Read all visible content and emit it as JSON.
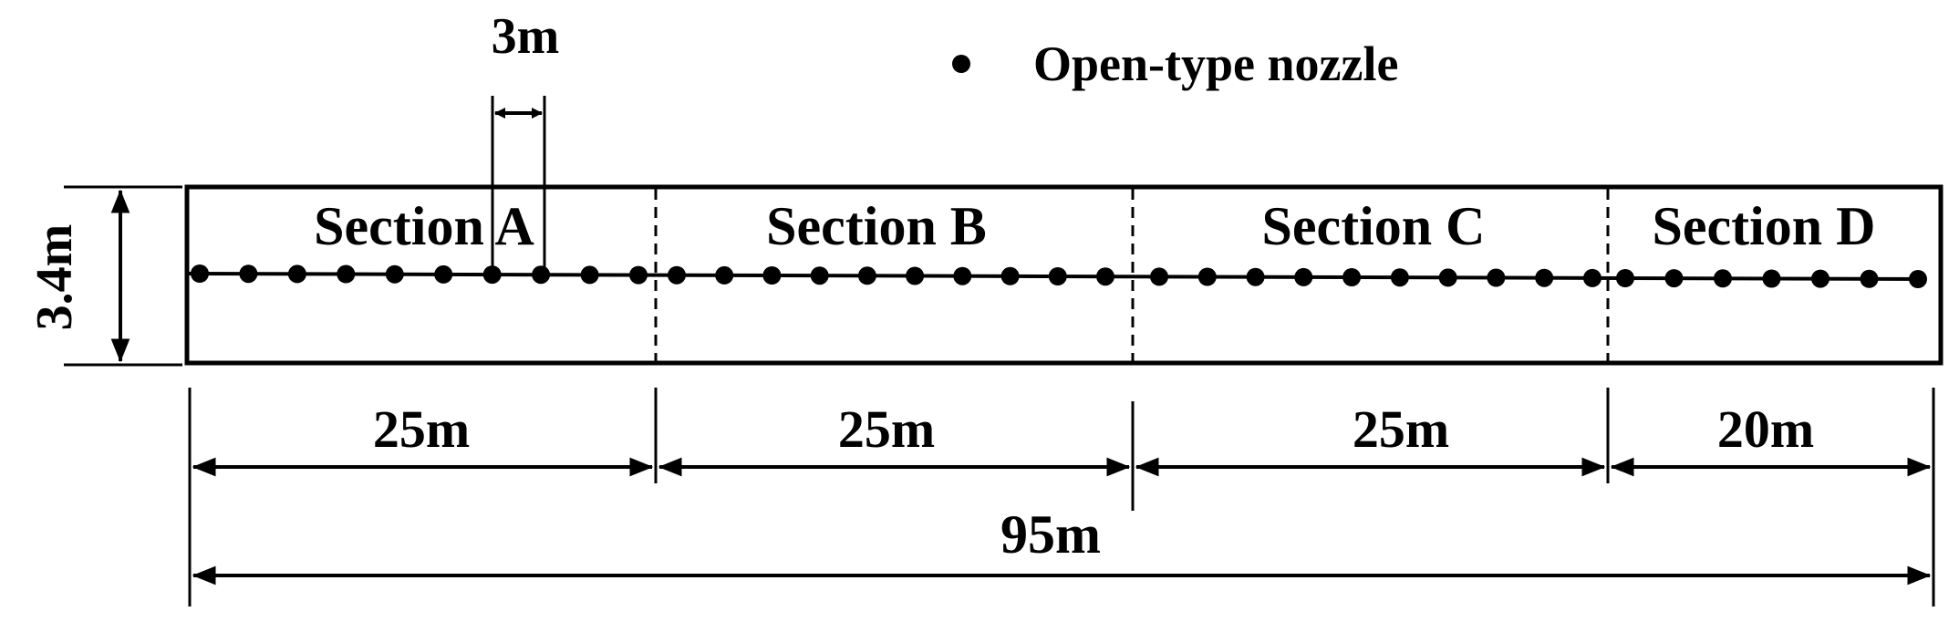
{
  "legend": {
    "symbol_label": "Open-type nozzle",
    "icon": "filled-circle"
  },
  "spacing_label": "3m",
  "height_label": "3.4m",
  "sections": [
    {
      "name": "Section A",
      "length_label": "25m",
      "length_m": 25,
      "nozzle_count": 10
    },
    {
      "name": "Section B",
      "length_label": "25m",
      "length_m": 25,
      "nozzle_count": 10
    },
    {
      "name": "Section C",
      "length_label": "25m",
      "length_m": 25,
      "nozzle_count": 10
    },
    {
      "name": "Section D",
      "length_label": "20m",
      "length_m": 20,
      "nozzle_count": 7
    }
  ],
  "total_length_label": "95m",
  "total_length_m": 95,
  "colors": {
    "ink": "#000000",
    "background": "#ffffff"
  }
}
